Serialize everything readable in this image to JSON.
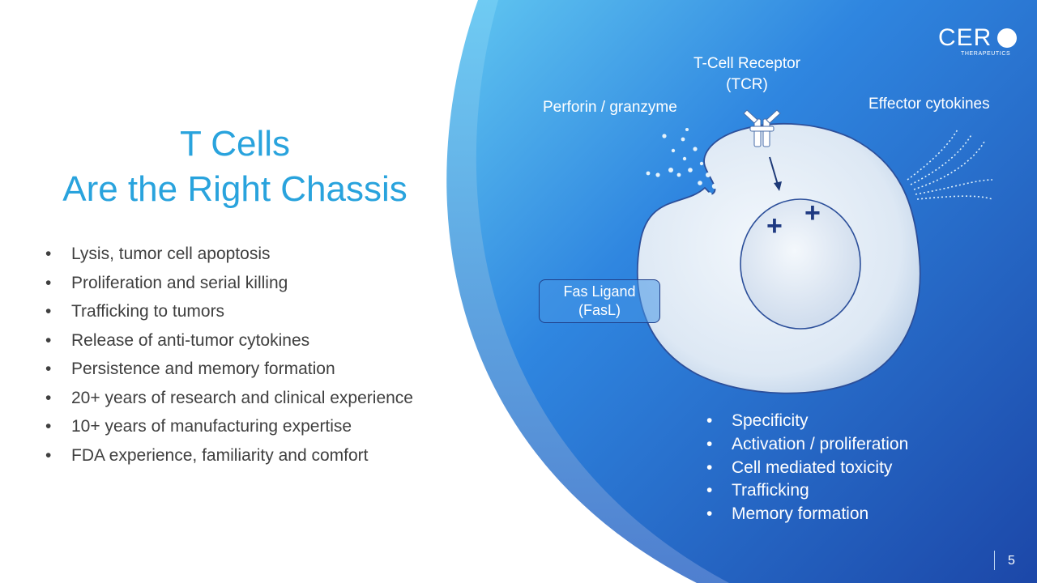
{
  "title": {
    "line1": "T Cells",
    "line2": "Are the Right Chassis"
  },
  "left_bullets": [
    "Lysis, tumor cell apoptosis",
    "Proliferation and serial killing",
    "Trafficking to tumors",
    "Release of anti-tumor cytokines",
    "Persistence and memory formation",
    "20+ years of research and clinical experience",
    "10+ years of manufacturing expertise",
    "FDA experience, familiarity and comfort"
  ],
  "diagram": {
    "tcr_label_line1": "T-Cell Receptor",
    "tcr_label_line2": "(TCR)",
    "perforin_label": "Perforin / granzyme",
    "effector_label": "Effector cytokines",
    "fas_label_line1": "Fas Ligand",
    "fas_label_line2": "(FasL)",
    "plus_symbol": "+"
  },
  "right_bullets": [
    "Specificity",
    "Activation / proliferation",
    "Cell mediated toxicity",
    "Trafficking",
    "Memory formation"
  ],
  "bullet_symbol": "•",
  "logo": {
    "word": "CER",
    "sub": "THERAPEUTICS"
  },
  "page_number": "5",
  "colors": {
    "title_blue": "#29a3dd",
    "body_text": "#3f3f3f",
    "panel_dark": "#1f4fb0",
    "panel_light": "#5ec3f0"
  }
}
